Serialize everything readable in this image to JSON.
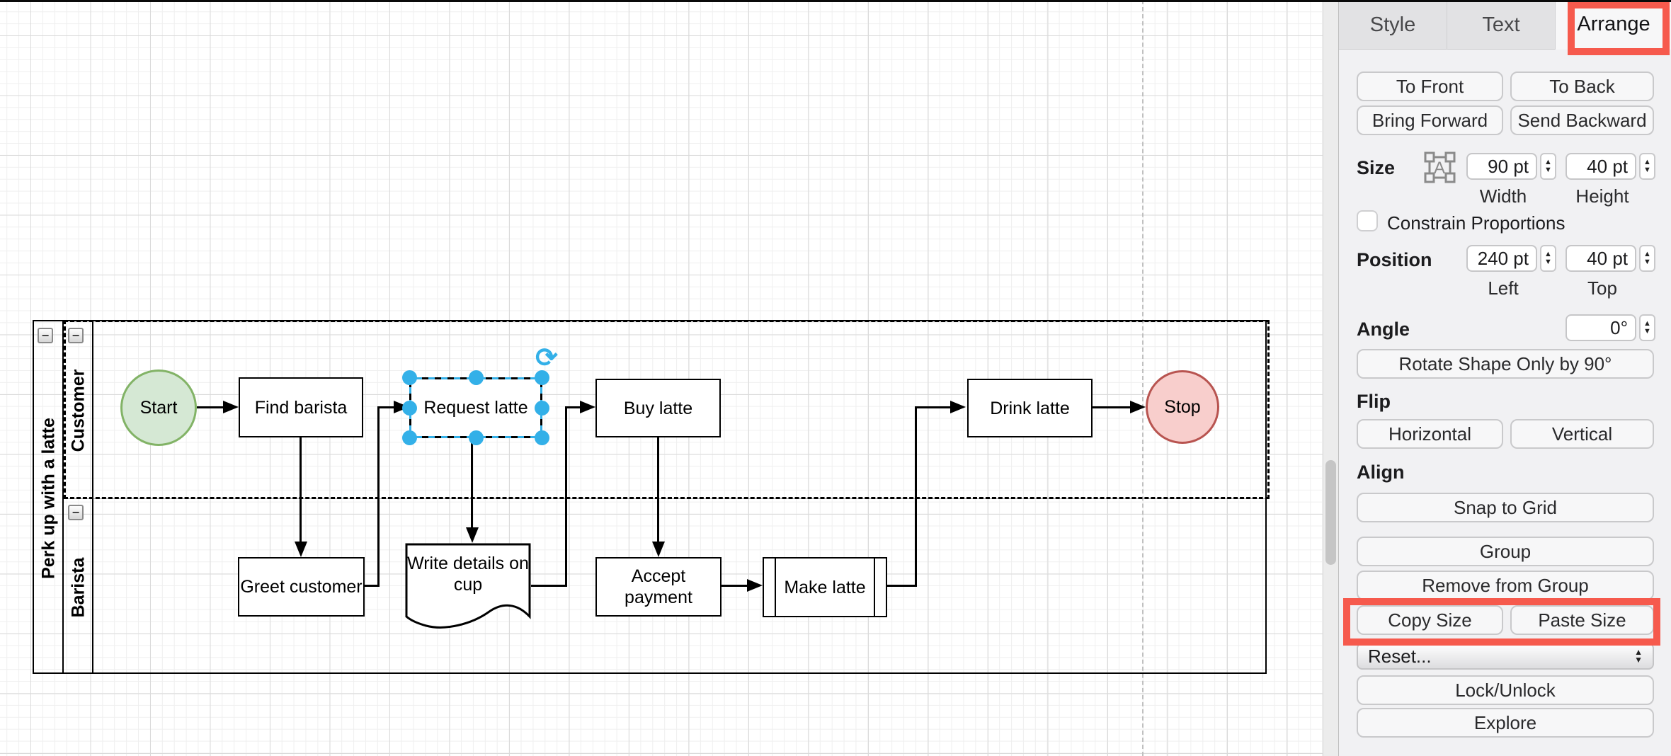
{
  "glyphs": {
    "stepper_up": "▲",
    "stepper_down": "▼",
    "minus": "−",
    "rotate": "⟳",
    "size_icon_letter": "A"
  },
  "diagram": {
    "pool_title": "Perk up with a latte",
    "lanes": {
      "customer": "Customer",
      "barista": "Barista"
    },
    "nodes": {
      "start": "Start",
      "find_barista": "Find barista",
      "request_latte": "Request latte",
      "buy_latte": "Buy latte",
      "drink_latte": "Drink latte",
      "stop": "Stop",
      "greet_customer": "Greet customer",
      "write_details": "Write details on cup",
      "accept_payment": "Accept payment",
      "make_latte": "Make latte"
    },
    "colors": {
      "start_fill": "#d5e8d4",
      "start_stroke": "#82b366",
      "stop_fill": "#f8cecc",
      "stop_stroke": "#b85450",
      "selection_handle": "#33b0e8",
      "annotation_red": "#f65a4d"
    }
  },
  "panel": {
    "tabs": [
      {
        "label": "Style"
      },
      {
        "label": "Text"
      },
      {
        "label": "Arrange"
      }
    ],
    "arrange": {
      "to_front": "To Front",
      "to_back": "To Back",
      "bring_forward": "Bring Forward",
      "send_backward": "Send Backward",
      "size_label": "Size",
      "size_width": "90 pt",
      "size_height": "40 pt",
      "width_label": "Width",
      "height_label": "Height",
      "constrain": "Constrain Proportions",
      "position_label": "Position",
      "position_left": "240 pt",
      "position_top": "40 pt",
      "left_label": "Left",
      "top_label": "Top",
      "angle_label": "Angle",
      "angle_value": "0°",
      "rotate_button": "Rotate Shape Only by 90°",
      "flip_label": "Flip",
      "flip_horizontal": "Horizontal",
      "flip_vertical": "Vertical",
      "align_label": "Align",
      "snap_to_grid": "Snap to Grid",
      "group": "Group",
      "remove_from_group": "Remove from Group",
      "copy_size": "Copy Size",
      "paste_size": "Paste Size",
      "reset": "Reset...",
      "lock_unlock": "Lock/Unlock",
      "explore": "Explore"
    }
  }
}
